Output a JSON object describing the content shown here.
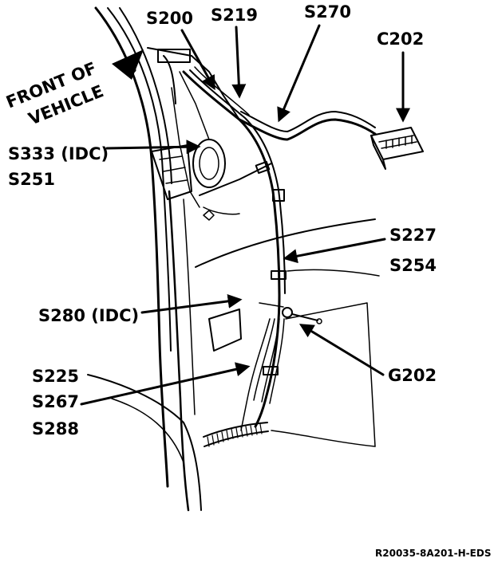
{
  "orientation": {
    "line1": "FRONT OF",
    "line2": "VEHICLE"
  },
  "labels": {
    "s200": "S200",
    "s219": "S219",
    "s270": "S270",
    "c202": "C202",
    "s333": "S333 (IDC)",
    "s251": "S251",
    "s227": "S227",
    "s254": "S254",
    "s280": "S280 (IDC)",
    "g202": "G202",
    "s225": "S225",
    "s267": "S267",
    "s288": "S288"
  },
  "reference_code": "R20035-8A201-H-EDS"
}
